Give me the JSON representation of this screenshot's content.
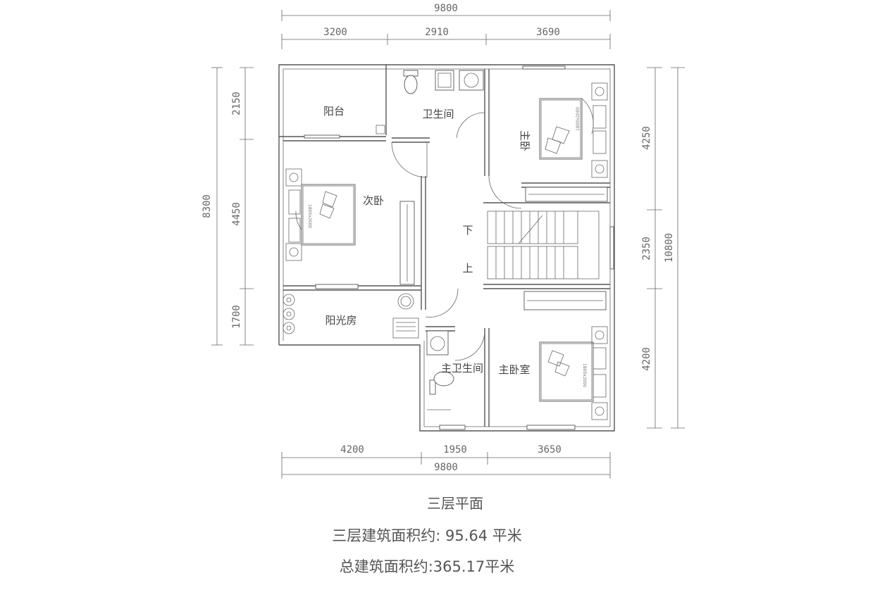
{
  "dimensions": {
    "top_total": "9800",
    "top_segments": [
      "3200",
      "2910",
      "3690"
    ],
    "bottom_segments": [
      "4200",
      "1950",
      "3650"
    ],
    "bottom_total": "9800",
    "left_total": "8300",
    "left_segments": [
      "2150",
      "4450",
      "1700"
    ],
    "right_segments": [
      "4250",
      "2350",
      "4200"
    ],
    "right_total": "10800"
  },
  "rooms": {
    "balcony": "阳台",
    "bathroom": "卫生间",
    "master_bedroom_top": "主卧",
    "second_bedroom": "次卧",
    "sunroom": "阳光房",
    "master_bathroom": "主卫生间",
    "master_bedroom_bottom": "主卧室",
    "stair_down": "下",
    "stair_up": "上"
  },
  "captions": {
    "floor_title": "三层平面",
    "floor_area": "三层建筑面积约: 95.64 平米",
    "total_area": "总建筑面积约:365.17平米"
  }
}
